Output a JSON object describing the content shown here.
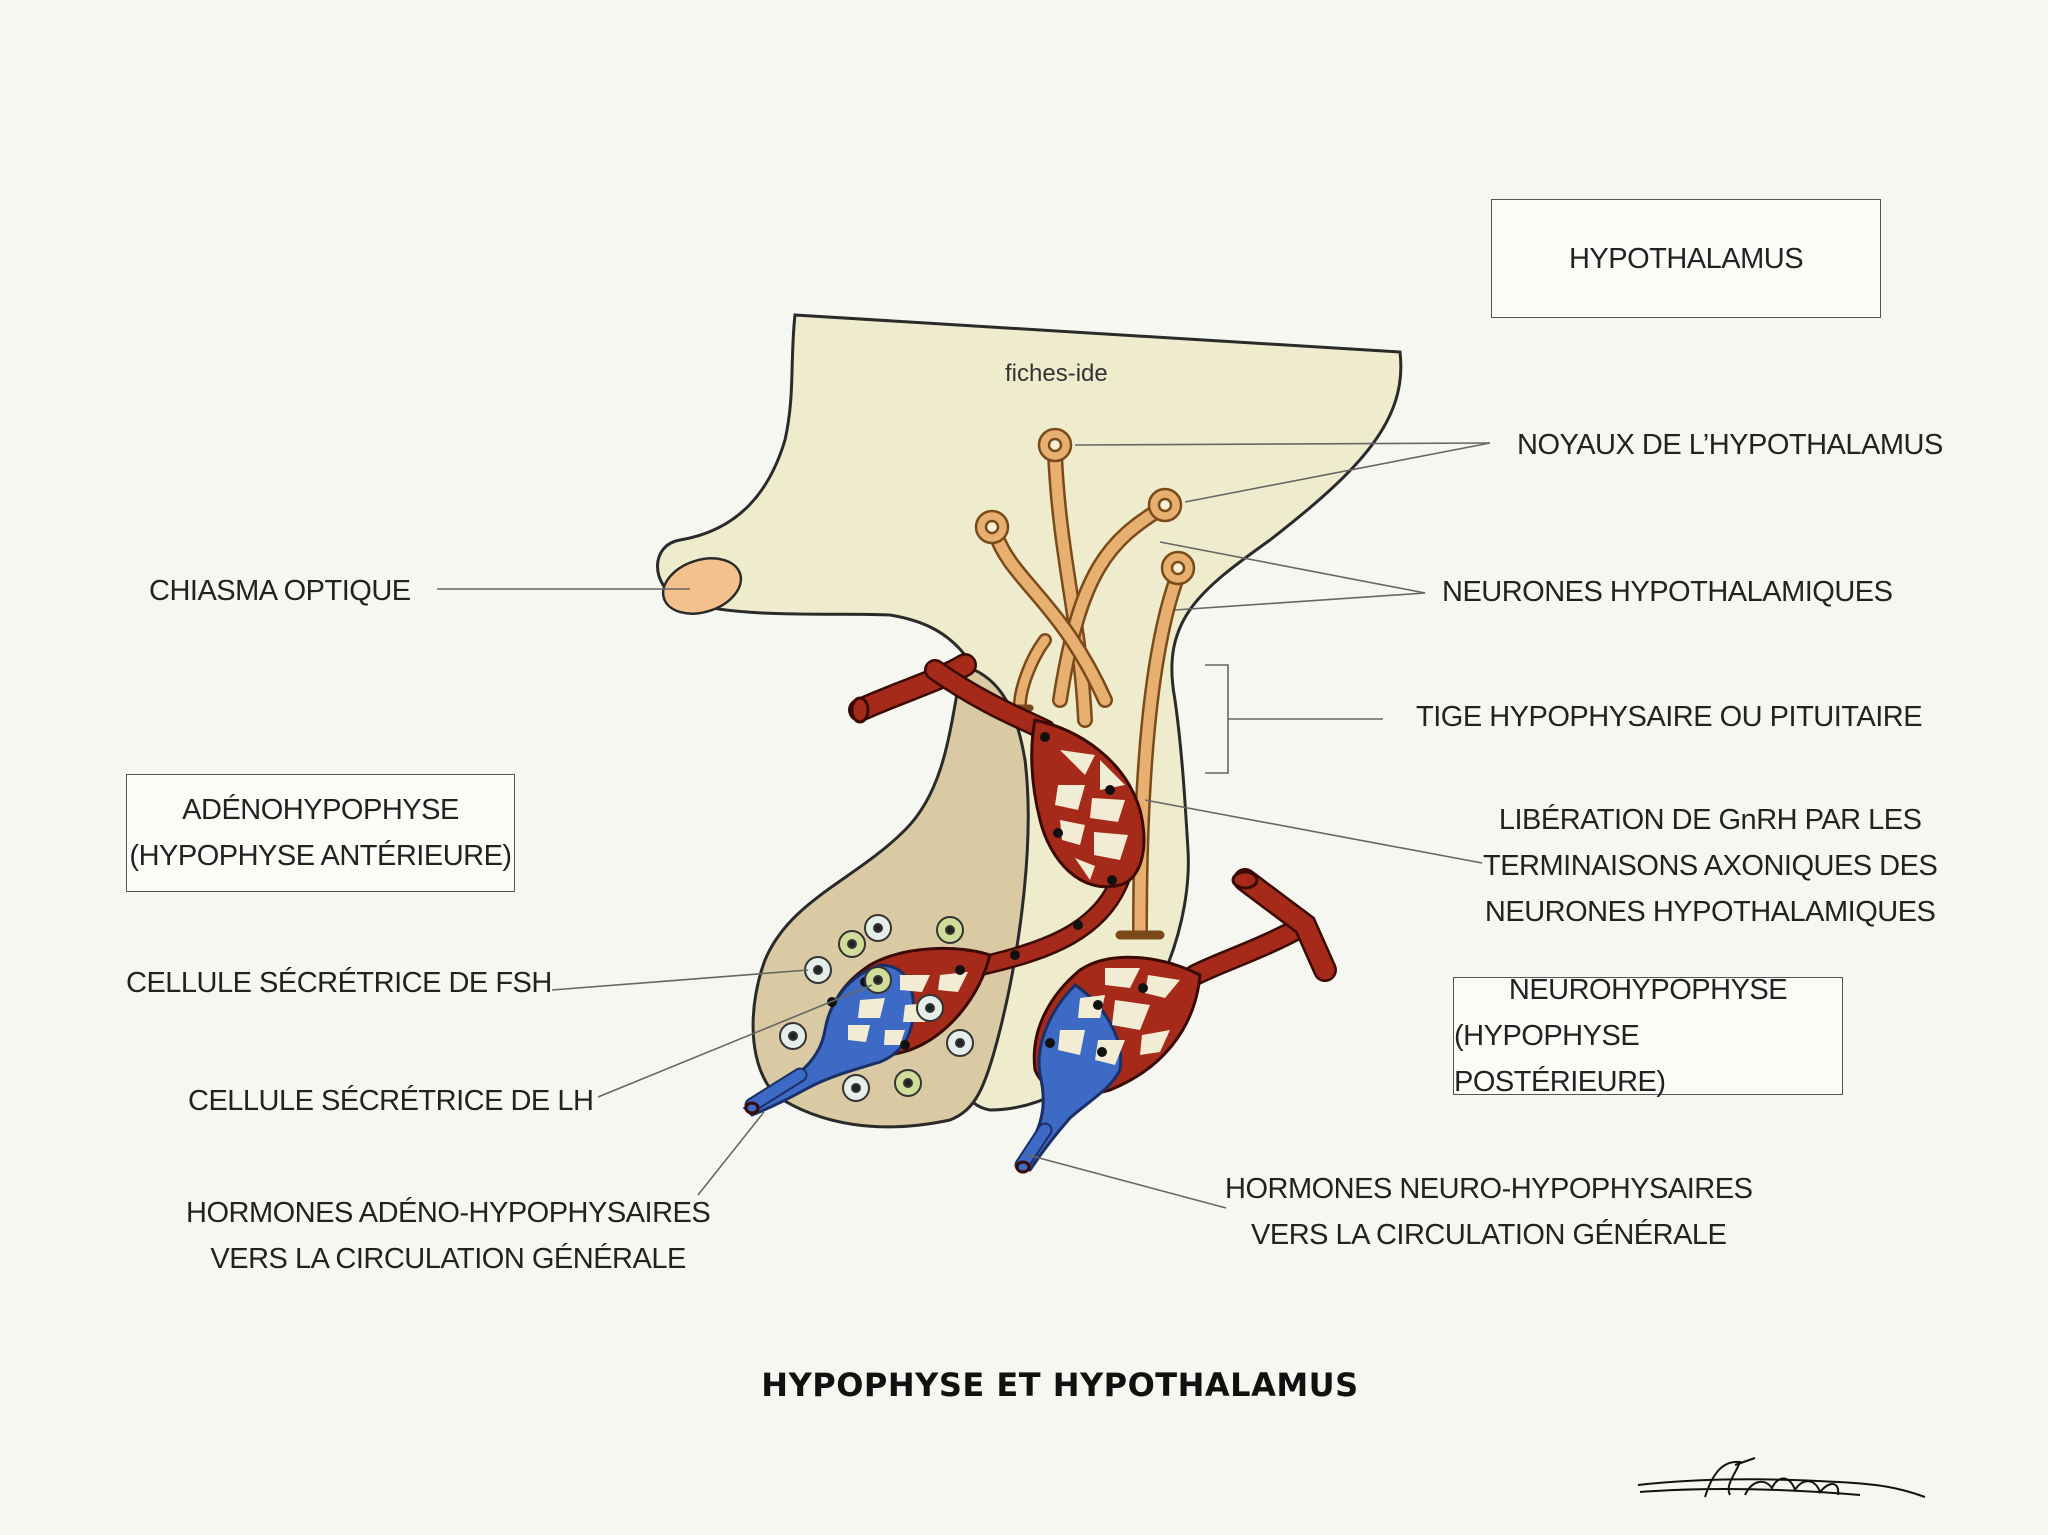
{
  "title": "HYPOPHYSE ET HYPOTHALAMUS",
  "watermark": "fiches-ide",
  "boxes": {
    "hypothalamus": "HYPOTHALAMUS",
    "adenohypophyse": [
      "ADÉNOHYPOPHYSE",
      "(HYPOPHYSE ANTÉRIEURE)"
    ],
    "neurohypophyse": [
      "NEUROHYPOPHYSE",
      "(HYPOPHYSE POSTÉRIEURE)"
    ]
  },
  "labels": {
    "noyaux": "NOYAUX DE L’HYPOTHALAMUS",
    "chiasma": "CHIASMA OPTIQUE",
    "neurones": "NEURONES HYPOTHALAMIQUES",
    "tige": "TIGE HYPOPHYSAIRE OU PITUITAIRE",
    "liberation": [
      "LIBÉRATION DE GnRH PAR LES",
      "TERMINAISONS AXONIQUES DES",
      "NEURONES HYPOTHALAMIQUES"
    ],
    "fsh": "CELLULE SÉCRÉTRICE DE FSH",
    "lh": "CELLULE SÉCRÉTRICE DE LH",
    "hormones_adeno": [
      "HORMONES  ADÉNO-HYPOPHYSAIRES",
      "VERS LA CIRCULATION GÉNÉRALE"
    ],
    "hormones_neuro": [
      "HORMONES NEURO-HYPOPHYSAIRES",
      "VERS LA CIRCULATION GÉNÉRALE"
    ]
  },
  "signature": "Léana",
  "colors": {
    "hypothalamus_fill": "#efebcd",
    "adeno_fill": "#d9caa3",
    "artery": "#a52a1a",
    "vein": "#3d6ac4",
    "neuron": "#e8b070",
    "chiasma": "#f4c08c"
  }
}
